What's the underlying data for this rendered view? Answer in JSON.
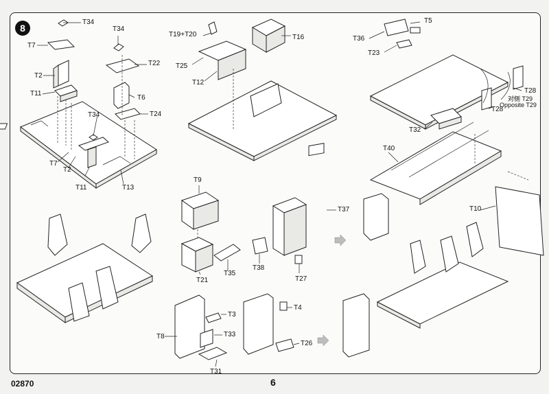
{
  "step_number": "8",
  "footer": {
    "product_code": "02870",
    "page_number": "6"
  },
  "labels": {
    "t34a": "T34",
    "t7a": "T7",
    "t2a": "T2",
    "t11a": "T11",
    "t34b": "T34",
    "t7b": "T7",
    "t2b": "T2",
    "t11b": "T11",
    "t13": "T13",
    "t34c": "T34",
    "t22": "T22",
    "t6": "T6",
    "t24": "T24",
    "t19t20": "T19+T20",
    "t16": "T16",
    "t25": "T25",
    "t12": "T12",
    "t5": "T5",
    "t36": "T36",
    "t23": "T23",
    "t28a": "T28",
    "t28b": "T28",
    "t29": "T29",
    "t29b": "T29",
    "opposite_cn": "对侧",
    "opposite_en": "Opposite",
    "t32": "T32",
    "t9": "T9",
    "t21": "T21",
    "t35": "T35",
    "t37": "T37",
    "t38": "T38",
    "t27": "T27",
    "t40": "T40",
    "t10": "T10",
    "t3": "T3",
    "t8": "T8",
    "t33": "T33",
    "t31": "T31",
    "t4": "T4",
    "t26": "T26"
  }
}
